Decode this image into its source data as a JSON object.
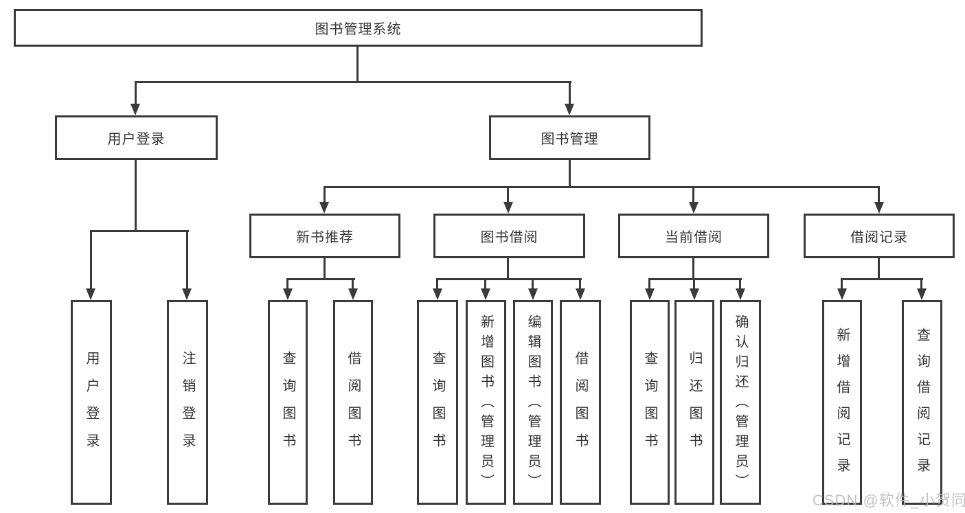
{
  "nodes": {
    "root": "图书管理系统",
    "l2": [
      "用户登录",
      "图书管理"
    ],
    "l3": [
      "新书推荐",
      "图书借阅",
      "当前借阅",
      "借阅记录"
    ],
    "leaves_user_login": [
      "用户登录",
      "注销登录"
    ],
    "leaves_new_book": [
      "查询图书",
      "借阅图书"
    ],
    "leaves_book_borrow": [
      "查询图书",
      "新增图书（管理员）",
      "编辑图书（管理员）",
      "借阅图书"
    ],
    "leaves_current_borrow": [
      "查询图书",
      "归还图书",
      "确认归还（管理员）"
    ],
    "leaves_borrow_record": [
      "新增借阅记录",
      "查询借阅记录"
    ]
  },
  "watermark": "CSDN @软件_小贺同学",
  "colors": {
    "line": "#3a3a3a",
    "text": "#333333",
    "watermark": "#b9b9b9",
    "background": "#ffffff"
  }
}
